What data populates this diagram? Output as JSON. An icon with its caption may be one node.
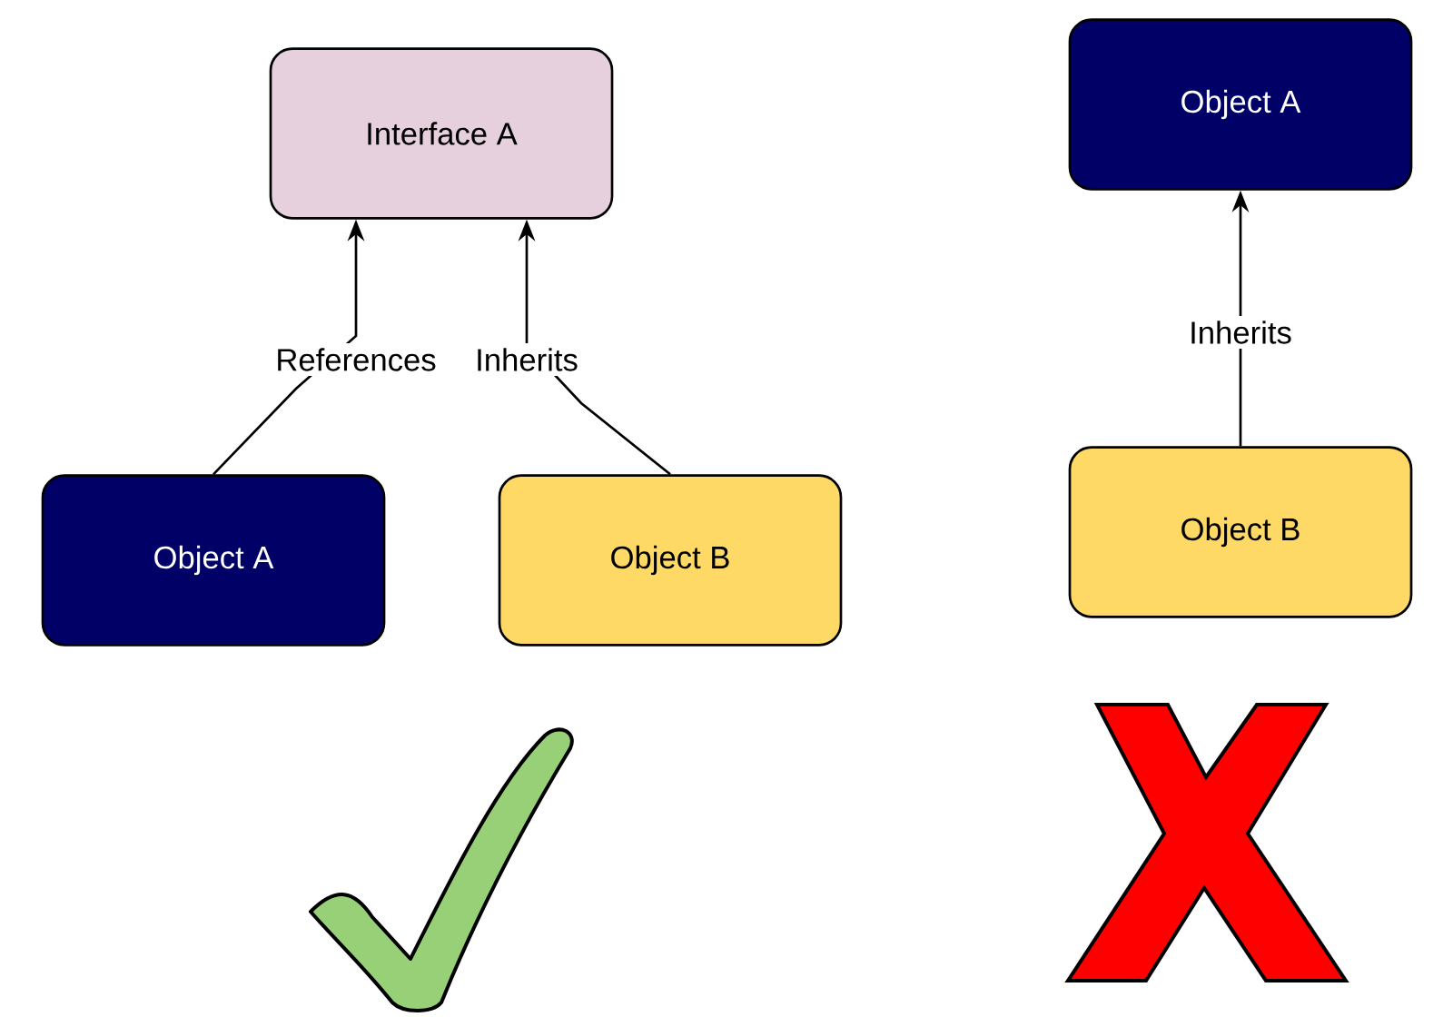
{
  "diagram": {
    "nodes": [
      {
        "text": [
          "Interface A"
        ]
      },
      {
        "text": [
          "Object A"
        ]
      },
      {
        "text": [
          "Object B"
        ]
      },
      {
        "text": [
          "Object A"
        ]
      },
      {
        "text": [
          "Object B"
        ]
      }
    ],
    "edges": [
      {
        "from": 1,
        "to": 0,
        "arrow": "to",
        "label": "References"
      },
      {
        "from": 2,
        "to": 0,
        "arrow": "to",
        "label": "Inherits"
      },
      {
        "from": 4,
        "to": 3,
        "arrow": "to",
        "label": "Inherits"
      }
    ]
  }
}
